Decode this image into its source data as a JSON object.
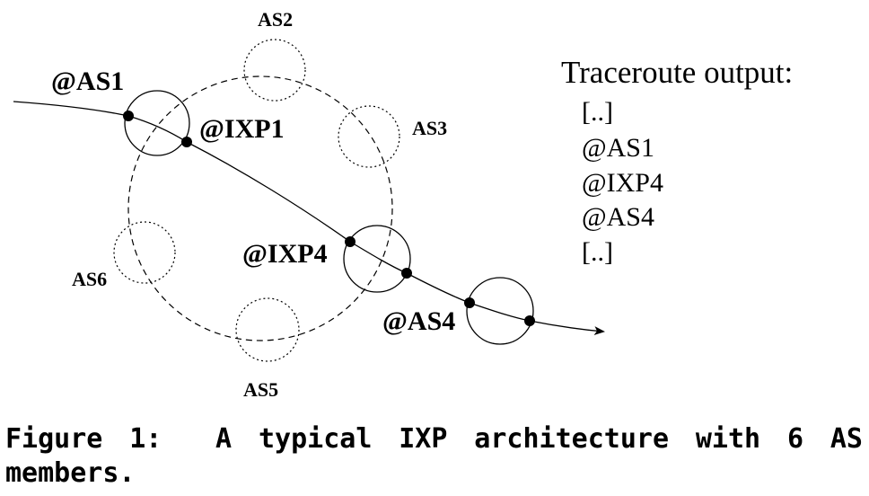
{
  "diagram": {
    "labels": {
      "as1": "@AS1",
      "ixp1": "@IXP1",
      "ixp4": "@IXP4",
      "as4_hop": "@AS4",
      "as2": "AS2",
      "as3": "AS3",
      "as5": "AS5",
      "as6": "AS6"
    },
    "traceroute": {
      "title": "Traceroute output:",
      "lines": [
        "[..]",
        "@AS1",
        "@IXP4",
        "@AS4",
        "[..]"
      ]
    }
  },
  "caption": {
    "label": "Figure 1:",
    "text": "A typical IXP architecture with 6 AS members."
  }
}
